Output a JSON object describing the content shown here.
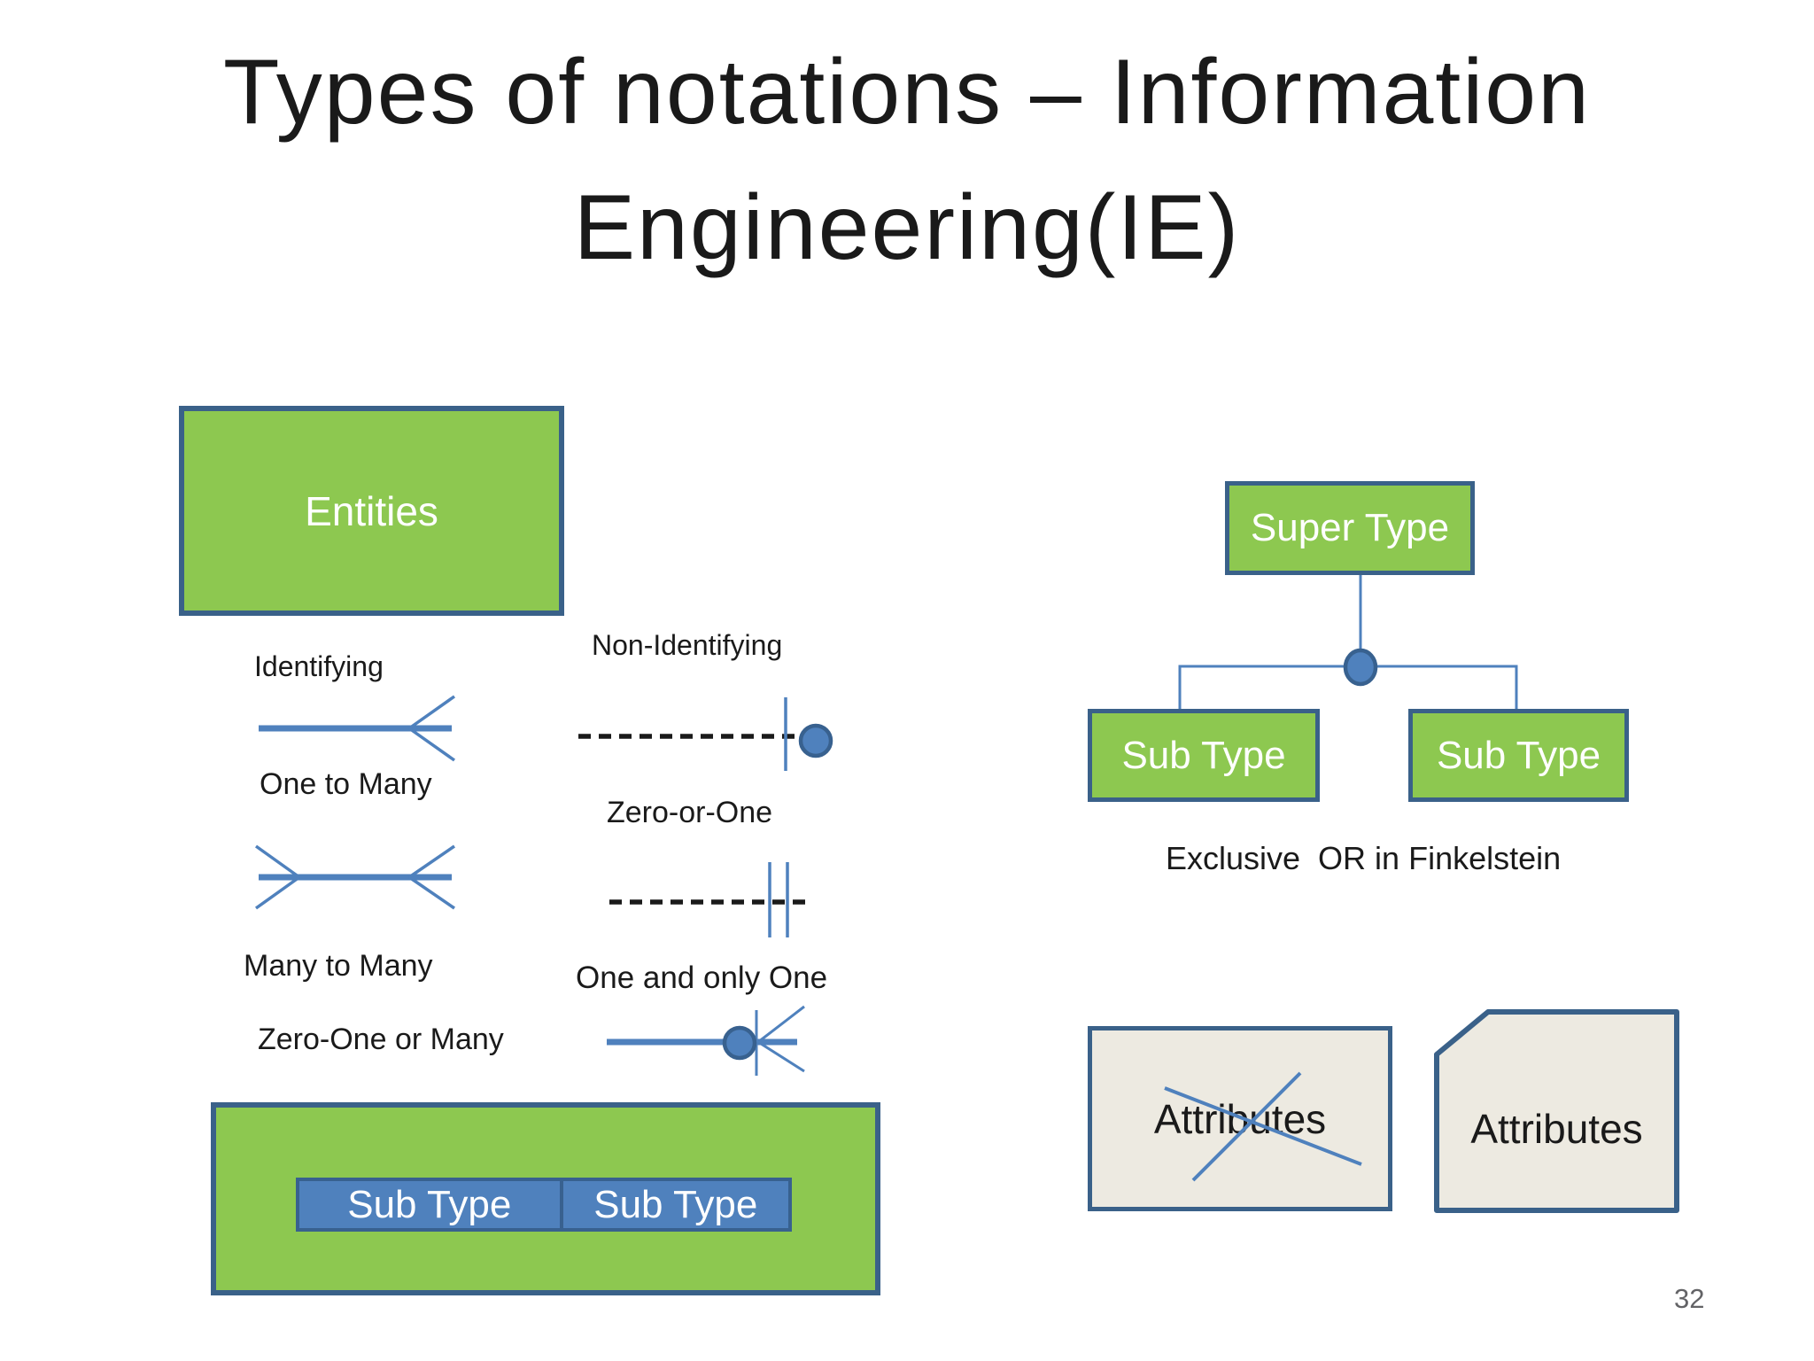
{
  "title": {
    "line1": "Types of notations – Information",
    "line2": "Engineering(IE)"
  },
  "entities": {
    "label": "Entities"
  },
  "notation_labels": {
    "identifying": "Identifying",
    "one_to_many": "One to Many",
    "many_to_many": "Many to Many",
    "zero_one_or_many": "Zero-One or Many",
    "non_identifying": "Non-Identifying",
    "zero_or_one": "Zero-or-One",
    "one_and_only_one": "One and only One"
  },
  "subtype_band": {
    "cells": [
      "Sub Type",
      "Sub Type"
    ]
  },
  "hierarchy": {
    "super_type": "Super Type",
    "sub_type_left": "Sub Type",
    "sub_type_right": "Sub Type",
    "caption": "Exclusive  OR in Finkelstein"
  },
  "attributes": {
    "crossed": "Attributes",
    "clipped": "Attributes"
  },
  "page": {
    "number": "32"
  },
  "symbols": {
    "one_to_many": "crow-foot-right-on-solid-line",
    "many_to_many": "crow-foot-both-ends-on-solid-line",
    "zero_or_one": "circle-and-tick-on-dashed-line",
    "one_and_only_one": "double-tick-on-dashed-line",
    "zero_one_or_many": "circle-tick-crow-foot-on-solid-line",
    "exclusive_or_junction": "filled-circle-junction",
    "crossed_attributes": "blue-x-cross",
    "clipped_attributes": "rectangle-with-cut-top-left-corner"
  },
  "colors": {
    "green": "#8dc850",
    "box-border": "#3a6189",
    "blue": "#4f81bd",
    "blue-dark": "#38618f",
    "beige": "#edeae1",
    "ink": "#1a1a1a",
    "page-num": "#636366",
    "bg": "#ffffff"
  }
}
